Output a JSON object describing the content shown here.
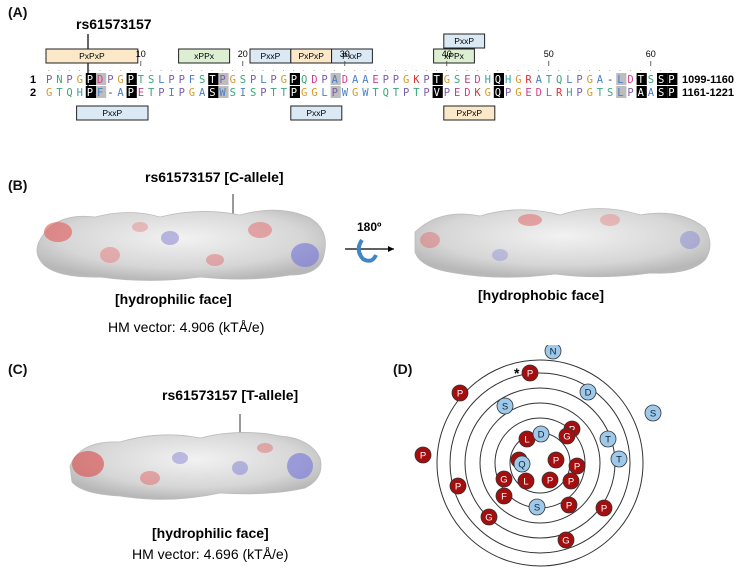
{
  "panels": {
    "a": "(A)",
    "b": "(B)",
    "c": "(C)",
    "d": "(D)"
  },
  "panel_a": {
    "snp_label": "rs61573157",
    "ruler": [
      "10",
      "20",
      "30",
      "40",
      "50",
      "60"
    ],
    "rows": [
      {
        "index": "1",
        "sequence": "PNPGPDPGPTSLPPFSTPGSPLPGPQDPADAAEPPGKPTGSEDHQHGRATQLPGA-LDTSSP",
        "range": "1099-1160"
      },
      {
        "index": "2",
        "sequence": "GTQHPF-APETPIPGASWSISPTTPGGLPWGWTQTPTPVPEDKGQPGEDLRHPGTSLPAASP",
        "range": "1161-1221"
      }
    ],
    "motifs_top": [
      "PxPxP",
      "xPPx",
      "PxxP",
      "PxPxP",
      "PxxP",
      "xPPx",
      "PxxP"
    ],
    "motifs_bottom": [
      "PxxP",
      "PxxP",
      "PxPxP"
    ]
  },
  "panel_b": {
    "snp_label": "rs61573157  [C-allele]",
    "rotation_label": "180º",
    "face_left": "[hydrophilic face]",
    "face_right": "[hydrophobic face]",
    "hm_vector": "HM vector: 4.906 (kTÅ/e)"
  },
  "panel_c": {
    "snp_label": "rs61573157  [T-allele]",
    "face": "[hydrophilic face]",
    "hm_vector": "HM vector: 4.696 (kTÅ/e)"
  },
  "panel_d": {
    "star": "*",
    "residues": [
      "N",
      "P",
      "D",
      "S",
      "P",
      "S",
      "L",
      "P",
      "D",
      "G",
      "T",
      "T",
      "P",
      "G",
      "Q",
      "P",
      "P",
      "G",
      "F",
      "L",
      "P",
      "P",
      "P",
      "S",
      "P",
      "P",
      "G",
      "G"
    ]
  },
  "colors": {
    "proline": "#a50e0e",
    "other": "#9ec9ea",
    "motif_pxxp": "#dbe9f5",
    "motif_pxpxp": "#fbe8c8",
    "motif_xppx": "#dcefd3"
  }
}
